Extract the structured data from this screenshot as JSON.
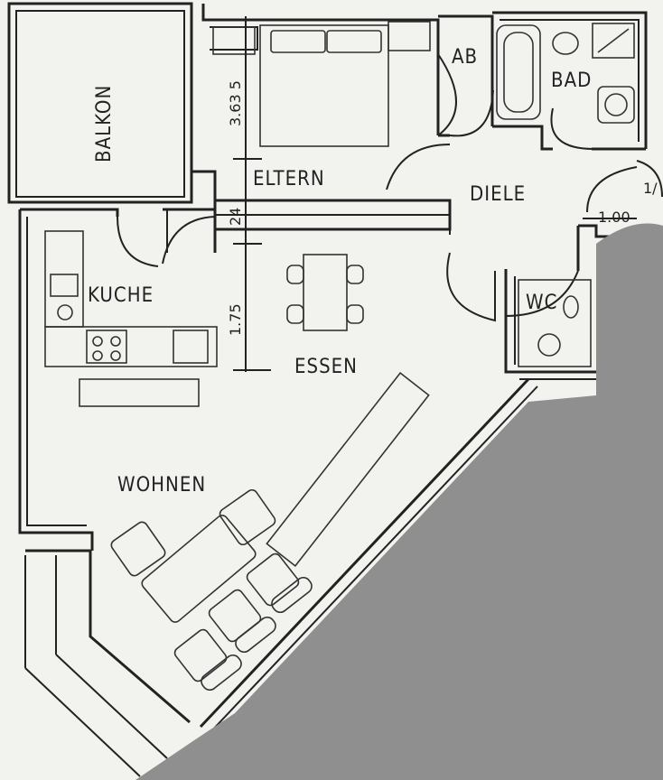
{
  "plan": {
    "rooms": {
      "balkon": "BALKON",
      "eltern": "ELTERN",
      "ab": "AB",
      "bad": "BAD",
      "diele": "DIELE",
      "kuche": "KUCHE",
      "wc": "WC",
      "essen": "ESSEN",
      "wohnen": "WOHNEN"
    },
    "dimensions": {
      "eltern_height": "3.63 5",
      "wall_24": "24",
      "essen_height": "1.75",
      "diele_width": "1.00",
      "edge_mark": "1/"
    }
  },
  "colors": {
    "paper": "#f2f2ef",
    "ink": "#222222",
    "mask": "#8f8f8f"
  }
}
